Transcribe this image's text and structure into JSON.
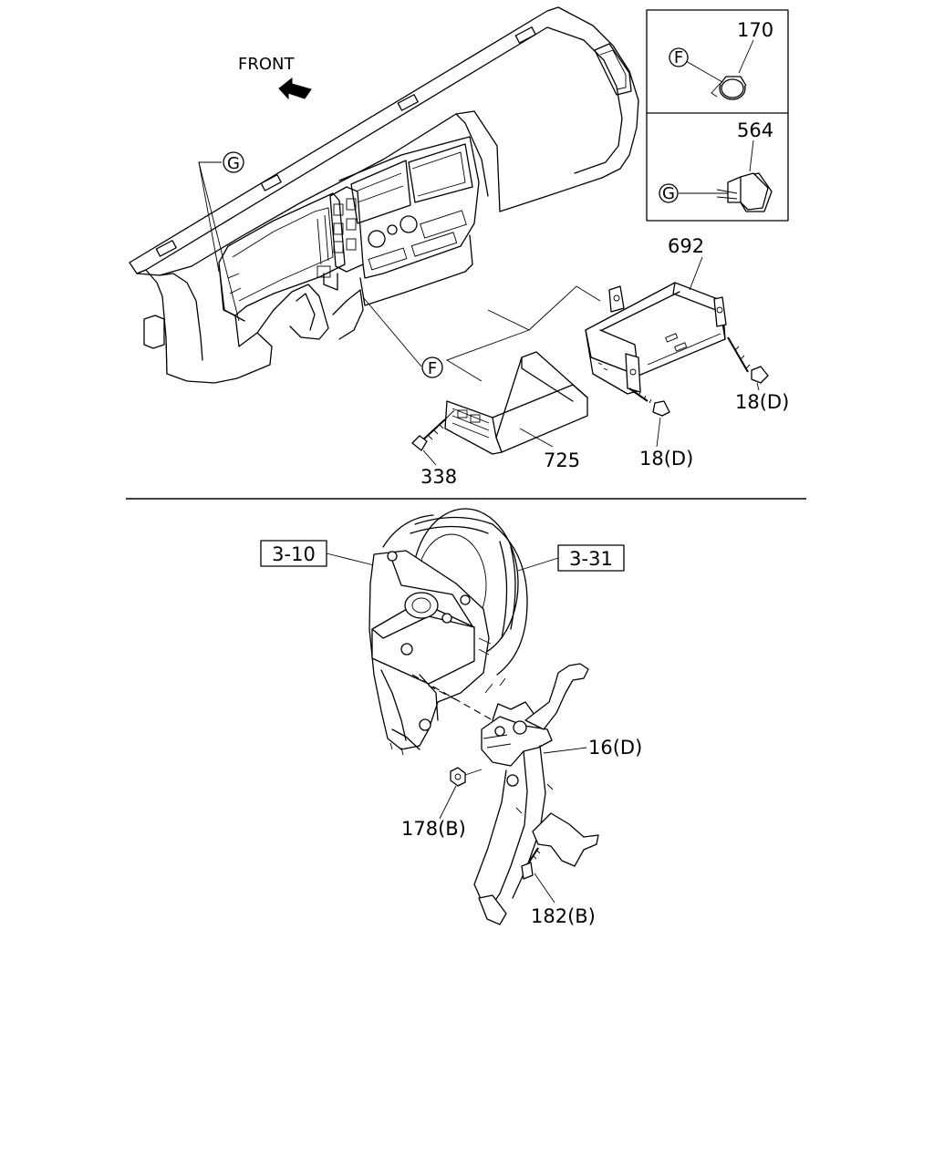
{
  "direction_label": "FRONT",
  "callouts": {
    "circle_g_main": "G",
    "circle_f_main": "F",
    "circle_f_inset": "F",
    "circle_g_inset": "G"
  },
  "parts": {
    "p170": "170",
    "p564": "564",
    "p692": "692",
    "p18d_right": "18(D)",
    "p18d_center": "18(D)",
    "p338": "338",
    "p725": "725",
    "p16d": "16(D)",
    "p178b": "178(B)",
    "p182b": "182(B)"
  },
  "references": {
    "ref_3_10": "3-10",
    "ref_3_31": "3-31"
  }
}
